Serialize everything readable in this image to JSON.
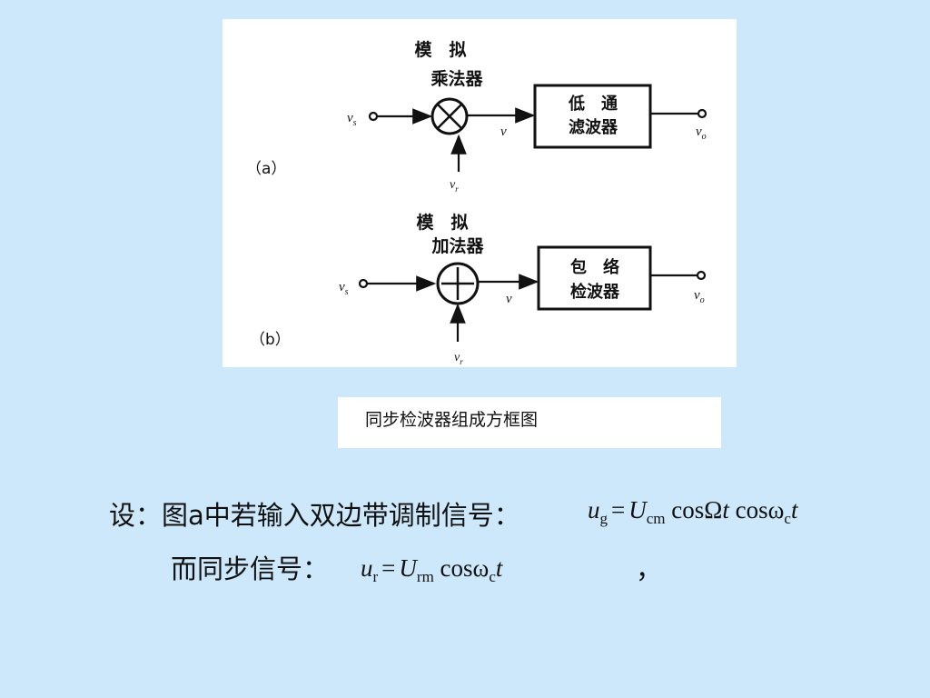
{
  "figure": {
    "diagram_a": {
      "label": "（a）",
      "block1_line1": "模　拟",
      "block1_line2": "乘法器",
      "block2_line1": "低　通",
      "block2_line2": "滤波器",
      "input_s": "v",
      "input_s_sub": "s",
      "input_r": "v",
      "input_r_sub": "r",
      "mid": "v",
      "output": "v",
      "output_sub": "o"
    },
    "diagram_b": {
      "label": "（b）",
      "block1_line1": "模　拟",
      "block1_line2": "加法器",
      "block2_line1": "包　络",
      "block2_line2": "检波器",
      "input_s": "v",
      "input_s_sub": "s",
      "input_r": "v",
      "input_r_sub": "r",
      "mid": "v",
      "output": "v",
      "output_sub": "o"
    }
  },
  "caption": "同步检波器组成方框图",
  "line1": {
    "text": "设：图a中若输入双边带调制信号：",
    "eq_lhs": "u",
    "eq_lhs_sub": "g",
    "eq_eq": "=",
    "eq_amp": "U",
    "eq_amp_sub": "cm",
    "eq_cos1": "cos",
    "eq_omega1": "Ω",
    "eq_t1": "t",
    "eq_cos2": "cos",
    "eq_omega2": "ω",
    "eq_omega2_sub": "c",
    "eq_t2": "t"
  },
  "line2": {
    "text": "而同步信号：",
    "eq_lhs": "u",
    "eq_lhs_sub": "r",
    "eq_eq": "=",
    "eq_amp": "U",
    "eq_amp_sub": "rm",
    "eq_cos": "cos",
    "eq_omega": "ω",
    "eq_omega_sub": "c",
    "eq_t": "t",
    "comma": "，"
  }
}
